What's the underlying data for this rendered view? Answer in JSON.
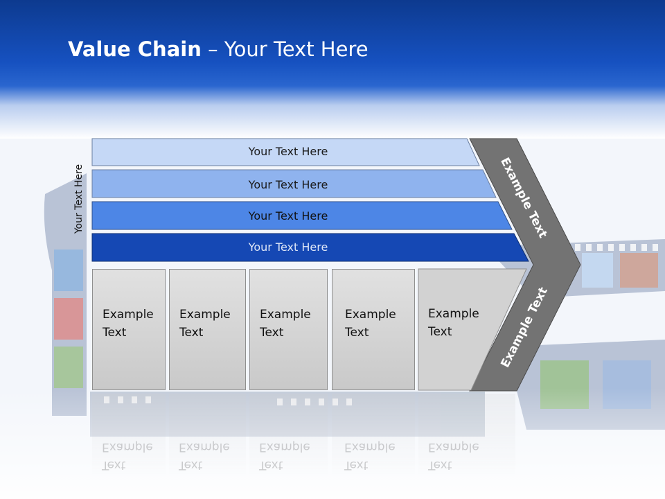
{
  "slide": {
    "title_bold": "Value Chain",
    "title_rest": " – Your Text Here",
    "side_label": "Your Text Here"
  },
  "bands": [
    {
      "label": "Your Text Here",
      "color": "#c5d8f6",
      "text_color": "#1a1a1a"
    },
    {
      "label": "Your Text Here",
      "color": "#8fb3ee",
      "text_color": "#1a1a1a"
    },
    {
      "label": "Your Text Here",
      "color": "#4d86e6",
      "text_color": "#111111"
    },
    {
      "label": "Your Text Here",
      "color": "#1548b4",
      "text_color": "#dfe7f7"
    }
  ],
  "boxes": [
    {
      "line1": "Example",
      "line2": "Text"
    },
    {
      "line1": "Example",
      "line2": "Text"
    },
    {
      "line1": "Example",
      "line2": "Text"
    },
    {
      "line1": "Example",
      "line2": "Text"
    },
    {
      "line1": "Example",
      "line2": "Text"
    }
  ],
  "arrow": {
    "top_label": "Example Text",
    "bottom_label": "Example Text",
    "color": "#737373"
  },
  "colors": {
    "header_dark": "#0d3a8f",
    "header_mid": "#1651c0"
  }
}
